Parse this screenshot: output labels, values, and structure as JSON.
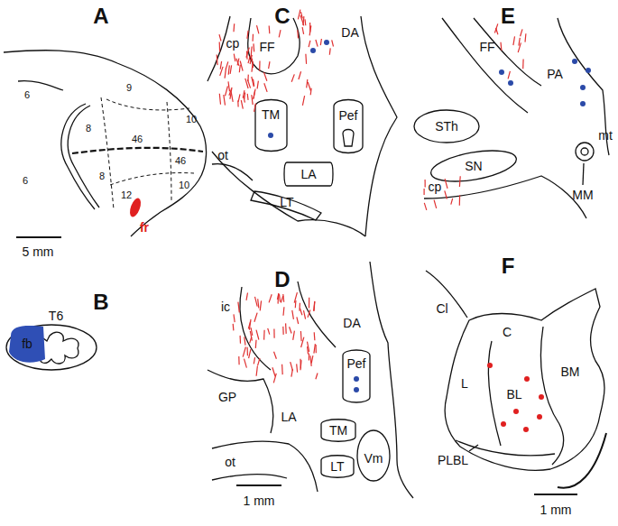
{
  "diagram": {
    "labels": [
      "A",
      "6",
      "6",
      "8",
      "8",
      "9",
      "10",
      "10",
      "46",
      "46",
      "12",
      "fr",
      "5 mm",
      "B",
      "T6",
      "fb",
      "C",
      "cp",
      "FF",
      "DA",
      "TM",
      "Pef",
      "ot",
      "LA",
      "LT",
      "D",
      "ic",
      "DA",
      "GP",
      "Pef",
      "LA",
      "TM",
      "ot",
      "LT",
      "Vm",
      "1 mm",
      "E",
      "FF",
      "PA",
      "STh",
      "SN",
      "mt",
      "cp",
      "MM",
      "F",
      "Cl",
      "C",
      "L",
      "BL",
      "BM",
      "PLBL",
      "1 mm"
    ]
  }
}
